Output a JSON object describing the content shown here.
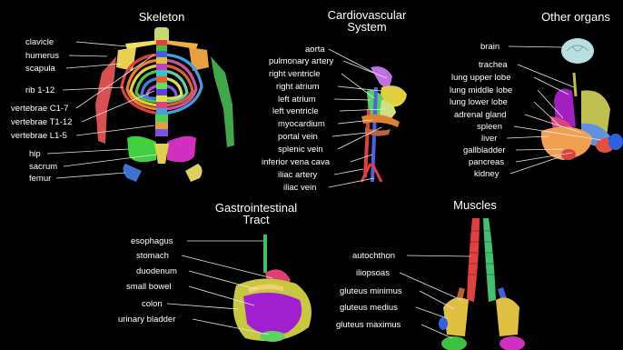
{
  "panels": {
    "skeleton": {
      "title": "Skeleton",
      "labels": [
        "clavicle",
        "humerus",
        "scapula",
        "rib 1-12",
        "vertebrae C1-7",
        "vertebrae T1-12",
        "vertebrae L1-5",
        "hip",
        "sacrum",
        "femur"
      ]
    },
    "cardiovascular": {
      "title_lines": [
        "Cardiovascular",
        "System"
      ],
      "labels": [
        "aorta",
        "pulmonary artery",
        "right ventricle",
        "right atrium",
        "left atrium",
        "left ventricle",
        "myocardium",
        "portal vein",
        "splenic vein",
        "inferior vena cava",
        "iliac artery",
        "iliac vein"
      ]
    },
    "other_organs": {
      "title": "Other organs",
      "labels": [
        "brain",
        "trachea",
        "lung upper lobe",
        "lung middle lobe",
        "lung lower lobe",
        "adrenal gland",
        "spleen",
        "liver",
        "gallbladder",
        "pancreas",
        "kidney"
      ]
    },
    "gastrointestinal": {
      "title_lines": [
        "Gastrointestinal",
        "Tract"
      ],
      "labels": [
        "esophagus",
        "stomach",
        "duodenum",
        "small bowel",
        "colon",
        "urinary bladder"
      ]
    },
    "muscles": {
      "title": "Muscles",
      "labels": [
        "autochthon",
        "iliopsoas",
        "gluteus minimus",
        "gluteus medius",
        "gluteus maximus"
      ]
    }
  }
}
